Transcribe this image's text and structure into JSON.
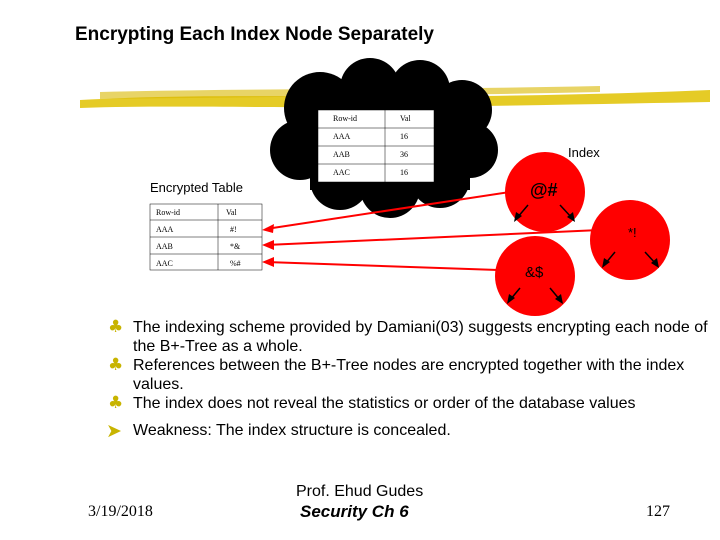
{
  "title": "Encrypting Each Index Node Separately",
  "index_label": "Index",
  "encrypted_table_label": "Encrypted Table",
  "cloud_table": {
    "headers": [
      "Row-id",
      "Val"
    ],
    "rows": [
      [
        "AAA",
        "16"
      ],
      [
        "AAB",
        "36"
      ],
      [
        "AAC",
        "16"
      ]
    ]
  },
  "encrypted_table": {
    "headers": [
      "Row-id",
      "Val"
    ],
    "rows": [
      [
        "AAA",
        "#!"
      ],
      [
        "AAB",
        "*&"
      ],
      [
        "AAC",
        "%#"
      ]
    ]
  },
  "nodes": {
    "root": "@#",
    "right": "*!",
    "left": "&$"
  },
  "bullets": [
    "The indexing scheme provided by Damiani(03) suggests encrypting each node of the B+-Tree as a whole.",
    "References between the B+-Tree nodes are encrypted together with the index values.",
    "The index does not reveal the statistics or order of the database values"
  ],
  "weakness": "Weakness: The index structure is concealed.",
  "footer": {
    "date": "3/19/2018",
    "author": "Prof. Ehud Gudes",
    "course": "Security Ch 6",
    "page": "127"
  },
  "colors": {
    "highlight": "#e0c200",
    "node_fill": "#ff0000",
    "arrow": "#ff0000",
    "bullet": "#c8b400",
    "cloud": "#000000"
  }
}
